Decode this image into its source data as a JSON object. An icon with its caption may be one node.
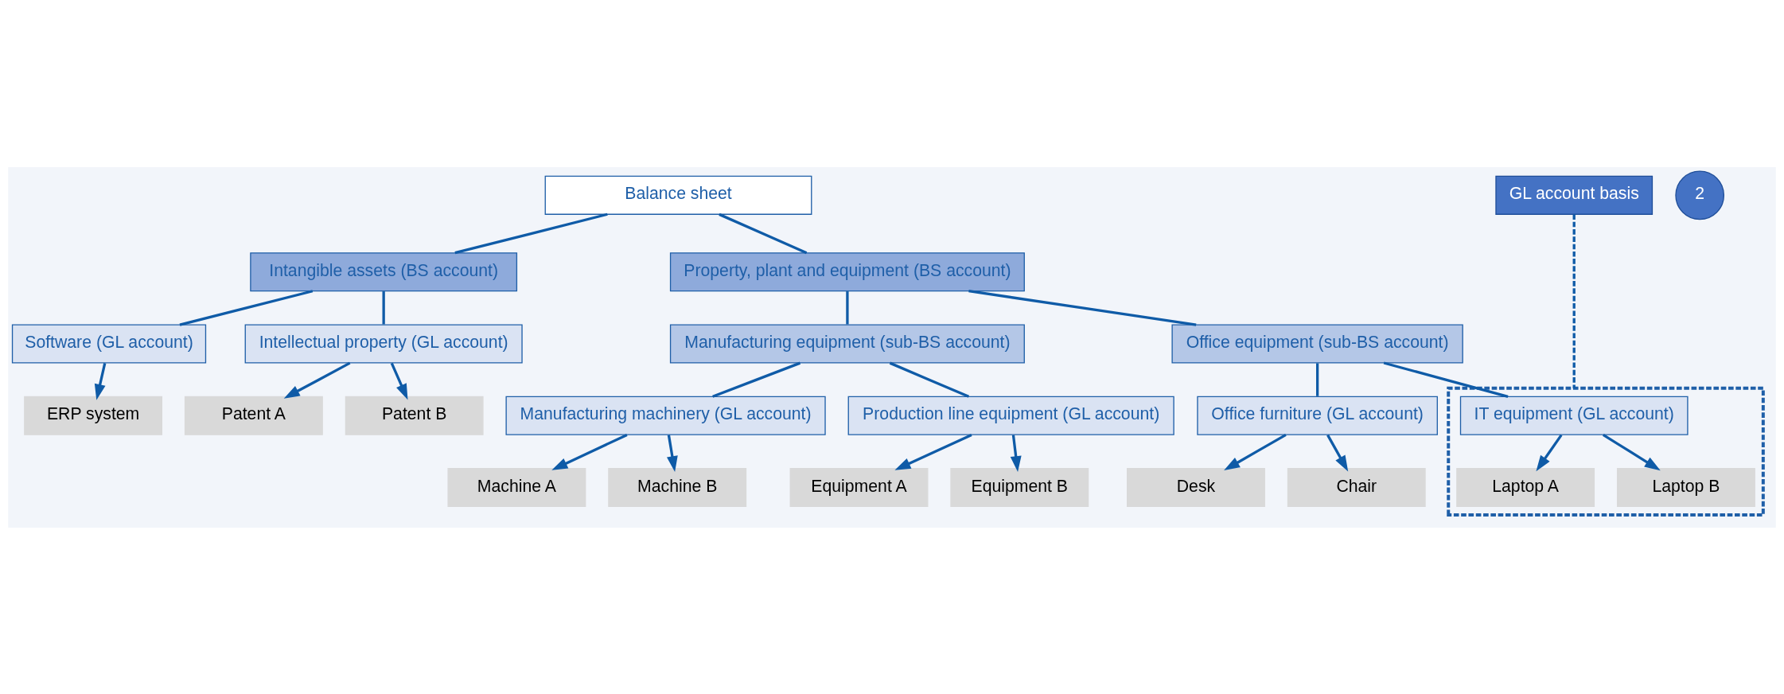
{
  "diagram": {
    "nodes": [
      {
        "text": [
          "Balance sheet"
        ]
      },
      {
        "text": [
          "2"
        ]
      },
      {
        "text": [
          "GL account basis"
        ]
      },
      {
        "text": [
          "Intangible assets (BS account)"
        ]
      },
      {
        "text": [
          "Property, plant and equipment (BS account)"
        ]
      },
      {
        "text": [
          "Manufacturing equipment (sub-BS account)"
        ]
      },
      {
        "text": [
          "Office equipment (sub-BS account)"
        ]
      },
      {
        "text": [
          "Software (GL account)"
        ]
      },
      {
        "text": [
          "Intellectual property (GL account)"
        ]
      },
      {
        "text": [
          "Manufacturing machinery (GL account)"
        ]
      },
      {
        "text": [
          "Production line equipment (GL account)"
        ]
      },
      {
        "text": [
          "Office furniture (GL account)"
        ]
      },
      {
        "text": [],
        "shape": "box"
      },
      {
        "text": [
          "IT equipment (GL account)"
        ],
        "in": 12
      },
      {
        "text": [
          "ERP system"
        ]
      },
      {
        "text": [
          "Patent A"
        ]
      },
      {
        "text": [
          "Patent B"
        ]
      },
      {
        "text": [
          "Machine A"
        ]
      },
      {
        "text": [
          "Machine B"
        ]
      },
      {
        "text": [
          "Equipment A"
        ]
      },
      {
        "text": [
          "Equipment B"
        ]
      },
      {
        "text": [
          "Desk"
        ]
      },
      {
        "text": [
          "Chair"
        ]
      },
      {
        "text": [
          "Laptop A"
        ],
        "in": 12
      },
      {
        "text": [
          "Laptop B"
        ],
        "in": 12
      }
    ],
    "edges": [
      {
        "from": 0,
        "to": 3,
        "arrow": "none"
      },
      {
        "from": 0,
        "to": 4,
        "arrow": "none"
      },
      {
        "from": 3,
        "to": 7,
        "arrow": "none"
      },
      {
        "from": 3,
        "to": 8,
        "arrow": "none"
      },
      {
        "from": 4,
        "to": 5,
        "arrow": "none"
      },
      {
        "from": 4,
        "to": 6,
        "arrow": "none"
      },
      {
        "from": 5,
        "to": 9,
        "arrow": "none"
      },
      {
        "from": 5,
        "to": 10,
        "arrow": "none"
      },
      {
        "from": 6,
        "to": 11,
        "arrow": "none"
      },
      {
        "from": 6,
        "to": 13,
        "arrow": "none"
      },
      {
        "from": 7,
        "to": 14,
        "arrow": "to"
      },
      {
        "from": 8,
        "to": 15,
        "arrow": "to"
      },
      {
        "from": 8,
        "to": 16,
        "arrow": "to"
      },
      {
        "from": 9,
        "to": 17,
        "arrow": "to"
      },
      {
        "from": 9,
        "to": 18,
        "arrow": "to"
      },
      {
        "from": 10,
        "to": 19,
        "arrow": "to"
      },
      {
        "from": 10,
        "to": 20,
        "arrow": "to"
      },
      {
        "from": 11,
        "to": 21,
        "arrow": "to"
      },
      {
        "from": 11,
        "to": 22,
        "arrow": "to"
      },
      {
        "from": 13,
        "to": 23,
        "arrow": "to"
      },
      {
        "from": 13,
        "to": 24,
        "arrow": "to"
      },
      {
        "from": 2,
        "to": 12,
        "arrow": "none",
        "style": "dashed"
      }
    ]
  }
}
